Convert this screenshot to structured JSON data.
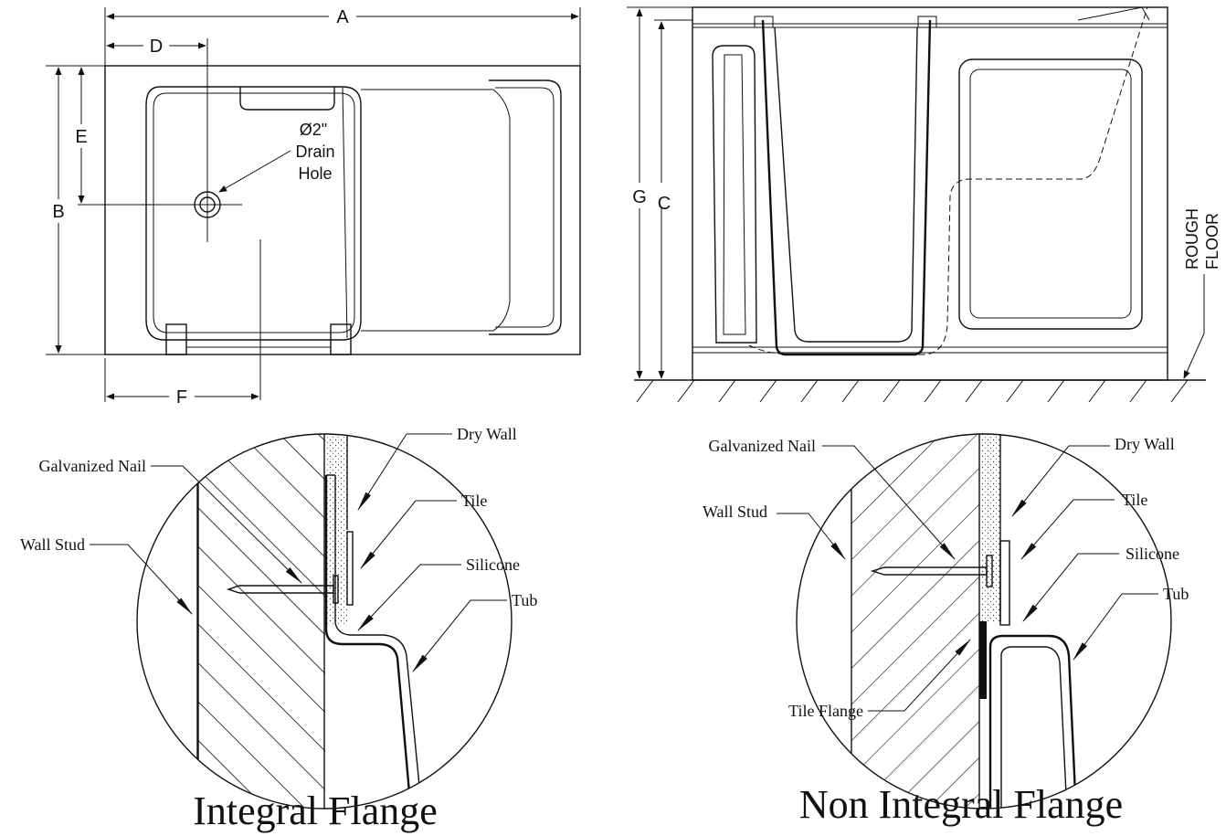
{
  "top_view": {
    "dimensions": {
      "a": "A",
      "b": "B",
      "d": "D",
      "e": "E",
      "f": "F"
    },
    "drain": {
      "size": "Ø2\"",
      "line1": "Drain",
      "line2": "Hole"
    }
  },
  "side_view": {
    "dimensions": {
      "g": "G",
      "c": "C"
    },
    "floor_label": {
      "line1": "ROUGH",
      "line2": "FLOOR"
    }
  },
  "integral_flange": {
    "title": "Integral Flange",
    "labels": {
      "dry_wall": "Dry Wall",
      "nail": "Galvanized Nail",
      "tile": "Tile",
      "wall_stud": "Wall Stud",
      "silicone": "Silicone",
      "tub": "Tub"
    }
  },
  "non_integral_flange": {
    "title": "Non Integral Flange",
    "labels": {
      "nail": "Galvanized Nail",
      "dry_wall": "Dry Wall",
      "tile": "Tile",
      "wall_stud": "Wall Stud",
      "silicone": "Silicone",
      "tub": "Tub",
      "tile_flange": "Tile Flange"
    }
  }
}
